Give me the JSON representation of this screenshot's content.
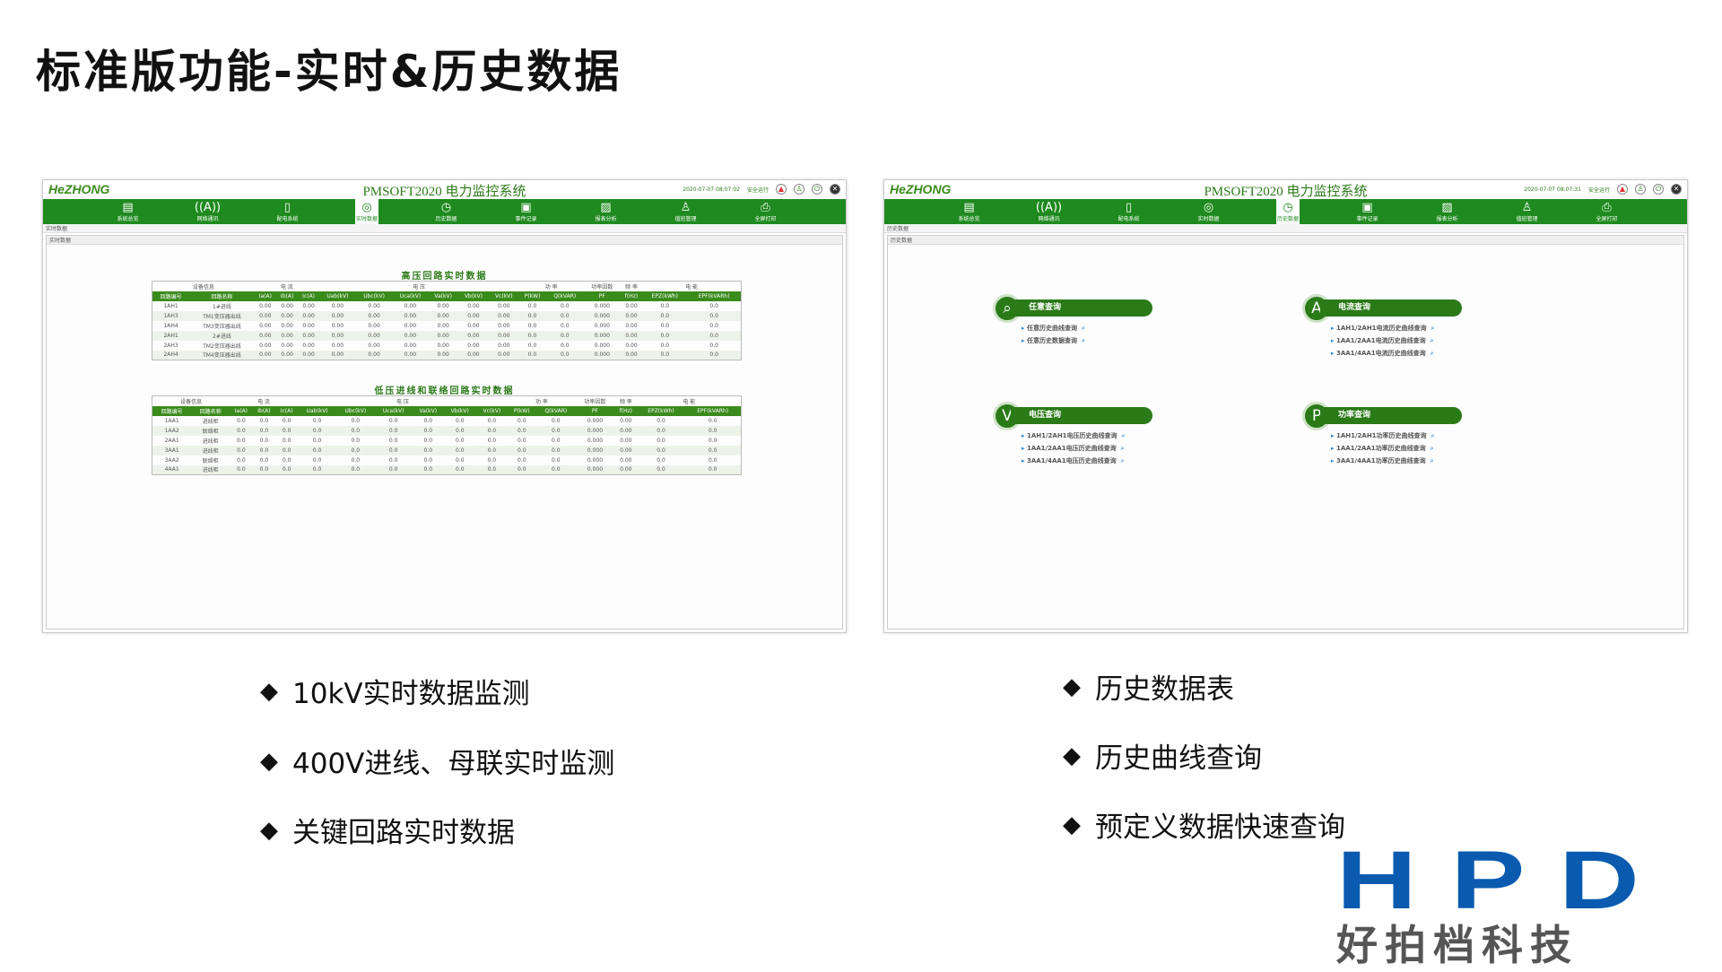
{
  "page_title": "标准版功能-实时&历史数据",
  "app": {
    "logo": "HeZHONG",
    "title": "PMSOFT2020 电力监控系统",
    "status": "安全运行",
    "nav": [
      "系统总览",
      "网络通讯",
      "配电系统",
      "实时数据",
      "历史数据",
      "事件记录",
      "报表分析",
      "值班管理",
      "全屏打印"
    ]
  },
  "left": {
    "timestamp": "2020-07-07 08:07:02",
    "active_nav": 3,
    "breadcrumb": "实时数据",
    "box_title": "实时数据",
    "groups": [
      {
        "label": "设备信息",
        "span": 2
      },
      {
        "label": "电 流",
        "span": 3
      },
      {
        "label": "电 压",
        "span": 6
      },
      {
        "label": "功 率",
        "span": 2
      },
      {
        "label": "功率因数",
        "span": 1
      },
      {
        "label": "频 率",
        "span": 1
      },
      {
        "label": "电 能",
        "span": 2
      }
    ],
    "columns": [
      "回路编号",
      "回路名称",
      "Ia(A)",
      "Ib(A)",
      "Ic(A)",
      "Uab(kV)",
      "Ubc(kV)",
      "Uca(kV)",
      "Va(kV)",
      "Vb(kV)",
      "Vc(kV)",
      "P(kW)",
      "Q(kVAR)",
      "PF",
      "f(Hz)",
      "EPZ(kWh)",
      "EPF(kVARh)"
    ],
    "tables": [
      {
        "title": "高压回路实时数据",
        "rows": [
          [
            "1AH1",
            "1#进线",
            "0.00",
            "0.00",
            "0.00",
            "0.00",
            "0.00",
            "0.00",
            "0.00",
            "0.00",
            "0.00",
            "0.0",
            "0.0",
            "0.000",
            "0.00",
            "0.0",
            "0.0"
          ],
          [
            "1AH3",
            "TM1变压器出线",
            "0.00",
            "0.00",
            "0.00",
            "0.00",
            "0.00",
            "0.00",
            "0.00",
            "0.00",
            "0.00",
            "0.0",
            "0.0",
            "0.000",
            "0.00",
            "0.0",
            "0.0"
          ],
          [
            "1AH4",
            "TM3变压器出线",
            "0.00",
            "0.00",
            "0.00",
            "0.00",
            "0.00",
            "0.00",
            "0.00",
            "0.00",
            "0.00",
            "0.0",
            "0.0",
            "0.000",
            "0.00",
            "0.0",
            "0.0"
          ],
          [
            "2AH1",
            "2#进线",
            "0.00",
            "0.00",
            "0.00",
            "0.00",
            "0.00",
            "0.00",
            "0.00",
            "0.00",
            "0.00",
            "0.0",
            "0.0",
            "0.000",
            "0.00",
            "0.0",
            "0.0"
          ],
          [
            "2AH3",
            "TM2变压器出线",
            "0.00",
            "0.00",
            "0.00",
            "0.00",
            "0.00",
            "0.00",
            "0.00",
            "0.00",
            "0.00",
            "0.0",
            "0.0",
            "0.000",
            "0.00",
            "0.0",
            "0.0"
          ],
          [
            "2AH4",
            "TM4变压器出线",
            "0.00",
            "0.00",
            "0.00",
            "0.00",
            "0.00",
            "0.00",
            "0.00",
            "0.00",
            "0.00",
            "0.0",
            "0.0",
            "0.000",
            "0.00",
            "0.0",
            "0.0"
          ]
        ]
      },
      {
        "title": "低压进线和联络回路实时数据",
        "rows": [
          [
            "1AA1",
            "进线柜",
            "0.0",
            "0.0",
            "0.0",
            "0.0",
            "0.0",
            "0.0",
            "0.0",
            "0.0",
            "0.0",
            "0.0",
            "0.0",
            "0.000",
            "0.00",
            "0.0",
            "0.0"
          ],
          [
            "1AA2",
            "联络柜",
            "0.0",
            "0.0",
            "0.0",
            "0.0",
            "0.0",
            "0.0",
            "0.0",
            "0.0",
            "0.0",
            "0.0",
            "0.0",
            "0.000",
            "0.00",
            "0.0",
            "0.0"
          ],
          [
            "2AA1",
            "进线柜",
            "0.0",
            "0.0",
            "0.0",
            "0.0",
            "0.0",
            "0.0",
            "0.0",
            "0.0",
            "0.0",
            "0.0",
            "0.0",
            "0.000",
            "0.00",
            "0.0",
            "0.0"
          ],
          [
            "3AA1",
            "进线柜",
            "0.0",
            "0.0",
            "0.0",
            "0.0",
            "0.0",
            "0.0",
            "0.0",
            "0.0",
            "0.0",
            "0.0",
            "0.0",
            "0.000",
            "0.00",
            "0.0",
            "0.0"
          ],
          [
            "3AA2",
            "联络柜",
            "0.0",
            "0.0",
            "0.0",
            "0.0",
            "0.0",
            "0.0",
            "0.0",
            "0.0",
            "0.0",
            "0.0",
            "0.0",
            "0.000",
            "0.00",
            "0.0",
            "0.0"
          ],
          [
            "4AA1",
            "进线柜",
            "0.0",
            "0.0",
            "0.0",
            "0.0",
            "0.0",
            "0.0",
            "0.0",
            "0.0",
            "0.0",
            "0.0",
            "0.0",
            "0.000",
            "0.00",
            "0.0",
            "0.0"
          ]
        ]
      }
    ]
  },
  "right": {
    "timestamp": "2020-07-07 08:07:31",
    "active_nav": 4,
    "breadcrumb": "历史数据",
    "box_title": "历史数据",
    "queries": [
      {
        "icon": "Q",
        "title": "任意查询",
        "items": [
          "任意历史曲线查询",
          "任意历史数据查询"
        ]
      },
      {
        "icon": "A",
        "title": "电流查询",
        "items": [
          "1AH1/2AH1电流历史曲线查询",
          "1AA1/2AA1电流历史曲线查询",
          "3AA1/4AA1电流历史曲线查询"
        ]
      },
      {
        "icon": "V",
        "title": "电压查询",
        "items": [
          "1AH1/2AH1电压历史曲线查询",
          "1AA1/2AA1电压历史曲线查询",
          "3AA1/4AA1电压历史曲线查询"
        ]
      },
      {
        "icon": "P",
        "title": "功率查询",
        "items": [
          "1AH1/2AH1功率历史曲线查询",
          "1AA1/2AA1功率历史曲线查询",
          "3AA1/4AA1功率历史曲线查询"
        ]
      }
    ]
  },
  "bullets_left": [
    "10kV实时数据监测",
    "400V进线、母联实时监测",
    "关键回路实时数据"
  ],
  "bullets_right": [
    "历史数据表",
    "历史曲线查询",
    "预定义数据快速查询"
  ],
  "brand": {
    "mark": "HPD",
    "name": "好拍档科技"
  },
  "colors": {
    "green": "#1f8a1f",
    "brand_blue": "#0a5bb0"
  }
}
